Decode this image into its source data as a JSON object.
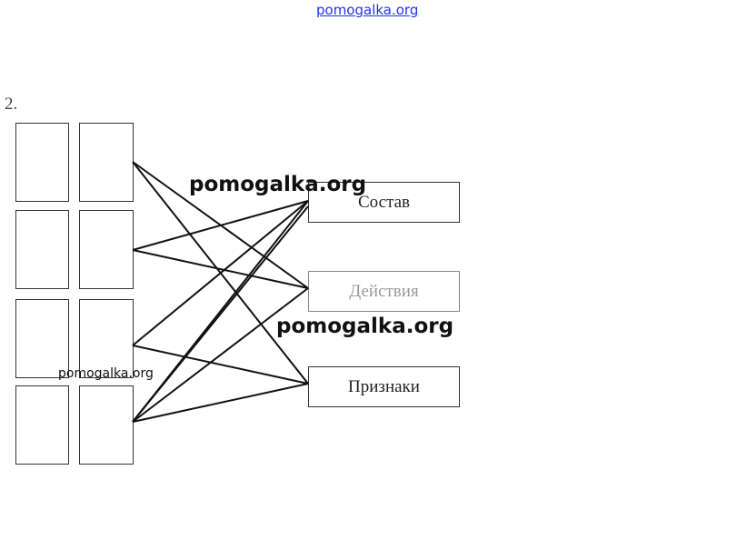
{
  "header_link": "pomogalka.org",
  "task_number": "2.",
  "categories": [
    "Состав",
    "Действия",
    "Признаки"
  ],
  "watermarks": [
    "pomogalka.org",
    "pomogalka.org",
    "pomogalka.org"
  ],
  "connections": [
    {
      "from_row": 1,
      "to": "Действия"
    },
    {
      "from_row": 1,
      "to": "Признаки"
    },
    {
      "from_row": 2,
      "to": "Состав"
    },
    {
      "from_row": 2,
      "to": "Действия"
    },
    {
      "from_row": 3,
      "to": "Состав"
    },
    {
      "from_row": 3,
      "to": "Признаки"
    },
    {
      "from_row": 4,
      "to": "Состав"
    },
    {
      "from_row": 4,
      "to": "Состав"
    },
    {
      "from_row": 4,
      "to": "Действия"
    },
    {
      "from_row": 4,
      "to": "Признаки"
    }
  ]
}
